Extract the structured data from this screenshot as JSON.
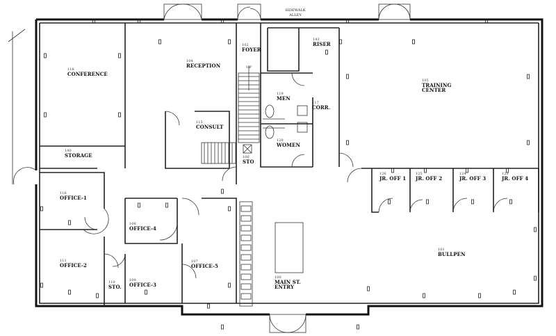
{
  "rooms": {
    "conference": {
      "number": "118",
      "name": "CONFERENCE"
    },
    "reception": {
      "number": "104",
      "name": "RECEPTION"
    },
    "foyer": {
      "number": "102",
      "name": "FOYER"
    },
    "riser": {
      "number": "143",
      "name": "RISER"
    },
    "training": {
      "number": "105",
      "name": "TRAINING",
      "name2": "CENTER"
    },
    "men": {
      "number": "119",
      "name": "MEN"
    },
    "corr": {
      "number": "117",
      "name": "CORR."
    },
    "women": {
      "number": "120",
      "name": "WOMEN"
    },
    "consult": {
      "number": "115",
      "name": "CONSULT"
    },
    "storage": {
      "number": "140",
      "name": "STORAGE"
    },
    "sto_upper": {
      "number": "106",
      "name": "STO"
    },
    "office1": {
      "number": "116",
      "name": "OFFICE-1"
    },
    "office2": {
      "number": "111",
      "name": "OFFICE-2"
    },
    "office3": {
      "number": "109",
      "name": "OFFICE-3"
    },
    "office4": {
      "number": "108",
      "name": "OFFICE-4"
    },
    "office5": {
      "number": "107",
      "name": "OFFICE-5"
    },
    "sto_lower": {
      "number": "110",
      "name": "STO."
    },
    "main_entry": {
      "number": "100",
      "name": "MAIN ST.",
      "name2": "ENTRY"
    },
    "bullpen": {
      "number": "101",
      "name": "BULLPEN"
    },
    "jr_off1": {
      "number": "126",
      "name": "JR. OFF 1"
    },
    "jr_off2": {
      "number": "125",
      "name": "JR. OFF 2"
    },
    "jr_off3": {
      "number": "124",
      "name": "JR. OFF 3"
    },
    "jr_off4": {
      "number": "123",
      "name": "JR. OFF 4"
    }
  },
  "stair_label": "UP",
  "top_tag": "SIDEWALK ALLEY",
  "colors": {
    "wall": "#111111",
    "background": "#ffffff"
  }
}
